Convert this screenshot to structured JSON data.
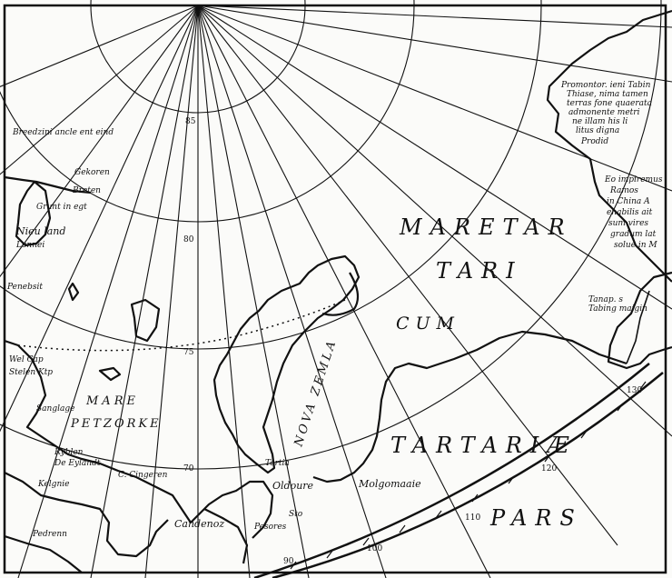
{
  "map": {
    "regions": {
      "maretar": "MARETAR",
      "tari": "TARI",
      "cum": "CUM",
      "tartariae": "TARTARIÆ",
      "pars": "PARS",
      "mare": "MARE",
      "petzorke": "PETZORKE",
      "nova_zembla": "NOVA ZEMLA"
    },
    "places": {
      "nieuland": "Nieu land",
      "molgomaaie": "Molgomaaie",
      "candenoz": "Candenoz",
      "oldoure": "Oldoure",
      "pesores": "Pesores",
      "lonnei": "Lonnei",
      "tertia": "Tertia",
      "nestor": "Sto"
    },
    "notes": {
      "top_right_1": "Promontor. ieni Tabin",
      "top_right_2": "Thiase, nima tamen",
      "top_right_3": "terras fone quaerata",
      "top_right_4": "admonente metri",
      "top_right_5": "ne illam his li",
      "top_right_6": "litus digna",
      "top_right_7": "Prodid",
      "right_1": "Eo impiremus",
      "right_2": "Ramos",
      "right_3": "in China A",
      "right_4": "enabilis ait",
      "right_5": "sum vires",
      "right_6": "gradum lat",
      "right_7": "solue in M",
      "cape": "Tanap. s",
      "cape_2": "Tabing maigin"
    },
    "coast_labels": {
      "l1": "Breedzini ancle ent eind",
      "l2": "Gekoren",
      "l3": "Breten",
      "l4": "Grunt in egt",
      "l5": "Penebsit",
      "l6": "Wel Cap",
      "l7": "Stelen Ktp",
      "l8": "Sanglage",
      "l9": "Ryblen",
      "l10": "De Eylandt",
      "l11": "Kelgnie",
      "l12": "C. Cingeren",
      "l13": "Pedrenn"
    },
    "degrees": {
      "lat_85": "85",
      "lat_80": "80",
      "lat_75": "75",
      "lat_70": "70",
      "lon_90": "90",
      "lon_100": "100",
      "lon_110": "110",
      "lon_120": "120",
      "lon_130": "130"
    }
  }
}
